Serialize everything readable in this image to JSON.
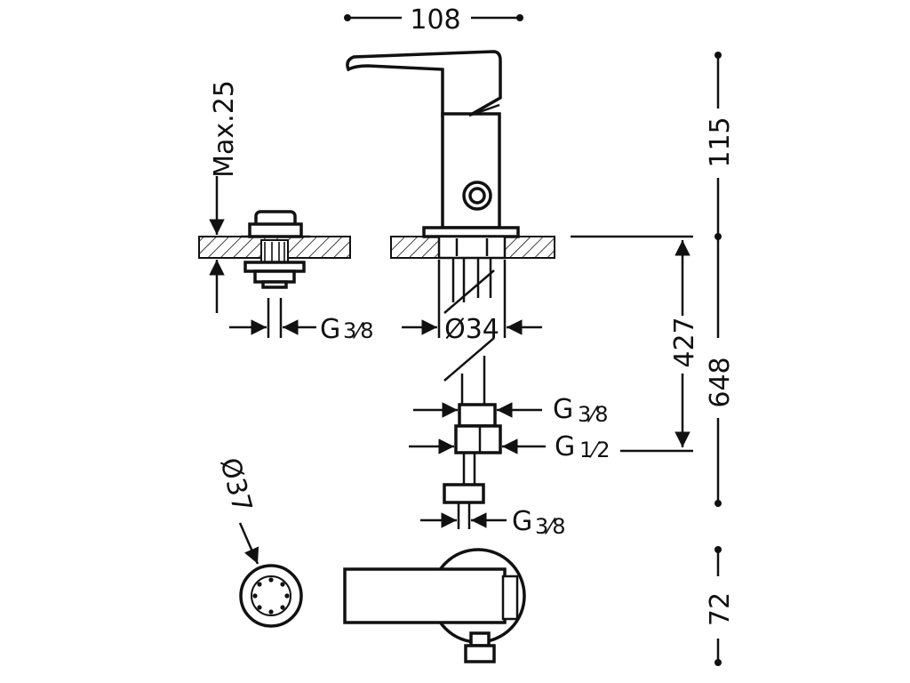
{
  "dimensions": {
    "overall_width": "108",
    "spout_height": "115",
    "max_deck": "Max.25",
    "rod_thread": "G",
    "rod_thread_frac": "3⁄8",
    "body_diameter": "Ø34",
    "upper_thread": "G",
    "upper_thread_frac": "3⁄8",
    "hose_thread": "G",
    "hose_thread_frac": "1⁄2",
    "bottom_thread": "G",
    "bottom_thread_frac": "3⁄8",
    "hose_height": "427",
    "total_height": "648",
    "aerator_diameter": "Ø37",
    "plan_depth": "72"
  }
}
